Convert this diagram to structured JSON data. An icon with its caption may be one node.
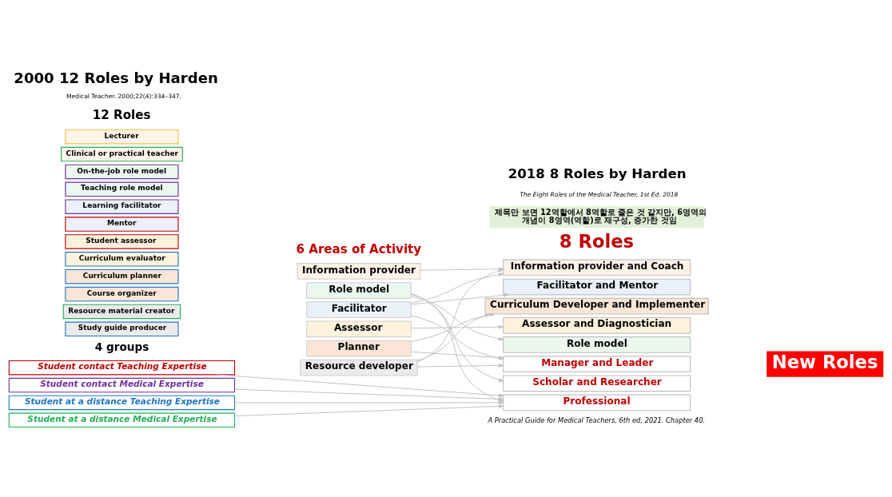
{
  "diagram": {
    "title": "2000 12 Roles by Harden",
    "caption": "A Practical Guide for Medical Teachers, 6th ed, 2021. Chapter 40.",
    "nodes": [
      {
        "text": [
          "Lecturer"
        ]
      },
      {
        "text": [
          "Clinical or practical teacher"
        ]
      },
      {
        "text": [
          "On-the-job role model"
        ]
      },
      {
        "text": [
          "Teaching role model"
        ]
      },
      {
        "text": [
          "Learning facilitator"
        ]
      },
      {
        "text": [
          "Mentor"
        ]
      },
      {
        "text": [
          "Student assessor"
        ]
      },
      {
        "text": [
          "Curriculum evaluator"
        ]
      },
      {
        "text": [
          "Curriculum planner"
        ]
      },
      {
        "text": [
          "Course organizer"
        ]
      },
      {
        "text": [
          "Resource material creator"
        ]
      },
      {
        "text": [
          "Study guide producer"
        ]
      },
      {
        "text": [
          "Information provider"
        ]
      },
      {
        "text": [
          "Role model"
        ]
      },
      {
        "text": [
          "Facilitator"
        ]
      },
      {
        "text": [
          "Assessor"
        ]
      },
      {
        "text": [
          "Planner"
        ]
      },
      {
        "text": [
          "Resource developer"
        ]
      },
      {
        "text": [
          "Information provider and Coach"
        ]
      },
      {
        "text": [
          "Facilitator and Mentor"
        ]
      },
      {
        "text": [
          "Curriculum Developer and Implementer"
        ]
      },
      {
        "text": [
          "Assessor and Diagnostician"
        ]
      },
      {
        "text": [
          "Role model"
        ]
      },
      {
        "text": [
          "Manager and Leader"
        ]
      },
      {
        "text": [
          "Scholar and Researcher"
        ]
      },
      {
        "text": [
          "Professional"
        ]
      },
      {
        "text": [
          "New Roles"
        ]
      },
      {
        "text": [
          "제목만 보면 12역할에서 8역할로 줄은 것 같지만, 6영역의 개념이 8영역(역할)로 재구성, 증가한 것임"
        ]
      },
      {
        "text": [
          "Student contact Teaching Expertise"
        ]
      },
      {
        "text": [
          "Student contact Medical Expertise"
        ]
      },
      {
        "text": [
          "Student at a distance Teaching Expertise"
        ]
      },
      {
        "text": [
          "Student at a distance Medical Expertise"
        ]
      }
    ],
    "edges": [
      {
        "from": 12,
        "to": 18,
        "arrow": "to"
      },
      {
        "from": 13,
        "to": 22,
        "arrow": "to"
      },
      {
        "from": 13,
        "to": 24,
        "arrow": "to"
      },
      {
        "from": 13,
        "to": 25,
        "arrow": "to"
      },
      {
        "from": 14,
        "to": 18,
        "arrow": "to"
      },
      {
        "from": 14,
        "to": 19,
        "arrow": "to"
      },
      {
        "from": 14,
        "to": 23,
        "arrow": "to"
      },
      {
        "from": 15,
        "to": 21,
        "arrow": "to"
      },
      {
        "from": 16,
        "to": 20,
        "arrow": "to"
      },
      {
        "from": 16,
        "to": 23,
        "arrow": "to"
      },
      {
        "from": 17,
        "to": 18,
        "arrow": "to"
      },
      {
        "from": 17,
        "to": 20,
        "arrow": "to"
      },
      {
        "from": 17,
        "to": 23,
        "arrow": "to"
      },
      {
        "from": 28,
        "to": 25,
        "arrow": "to"
      },
      {
        "from": 29,
        "to": 25,
        "arrow": "to"
      },
      {
        "from": 30,
        "to": 25,
        "arrow": "to"
      },
      {
        "from": 31,
        "to": 25,
        "arrow": "to"
      }
    ],
    "labels": [
      "Medical Teacher. 2000;22(4):334–347.",
      "2018 8 Roles by Harden",
      "The Eight Roles of the Medical Teacher, 1st Ed. 2018",
      "12 Roles",
      "6 Areas of Activity",
      "8 Roles",
      "4 groups"
    ]
  }
}
